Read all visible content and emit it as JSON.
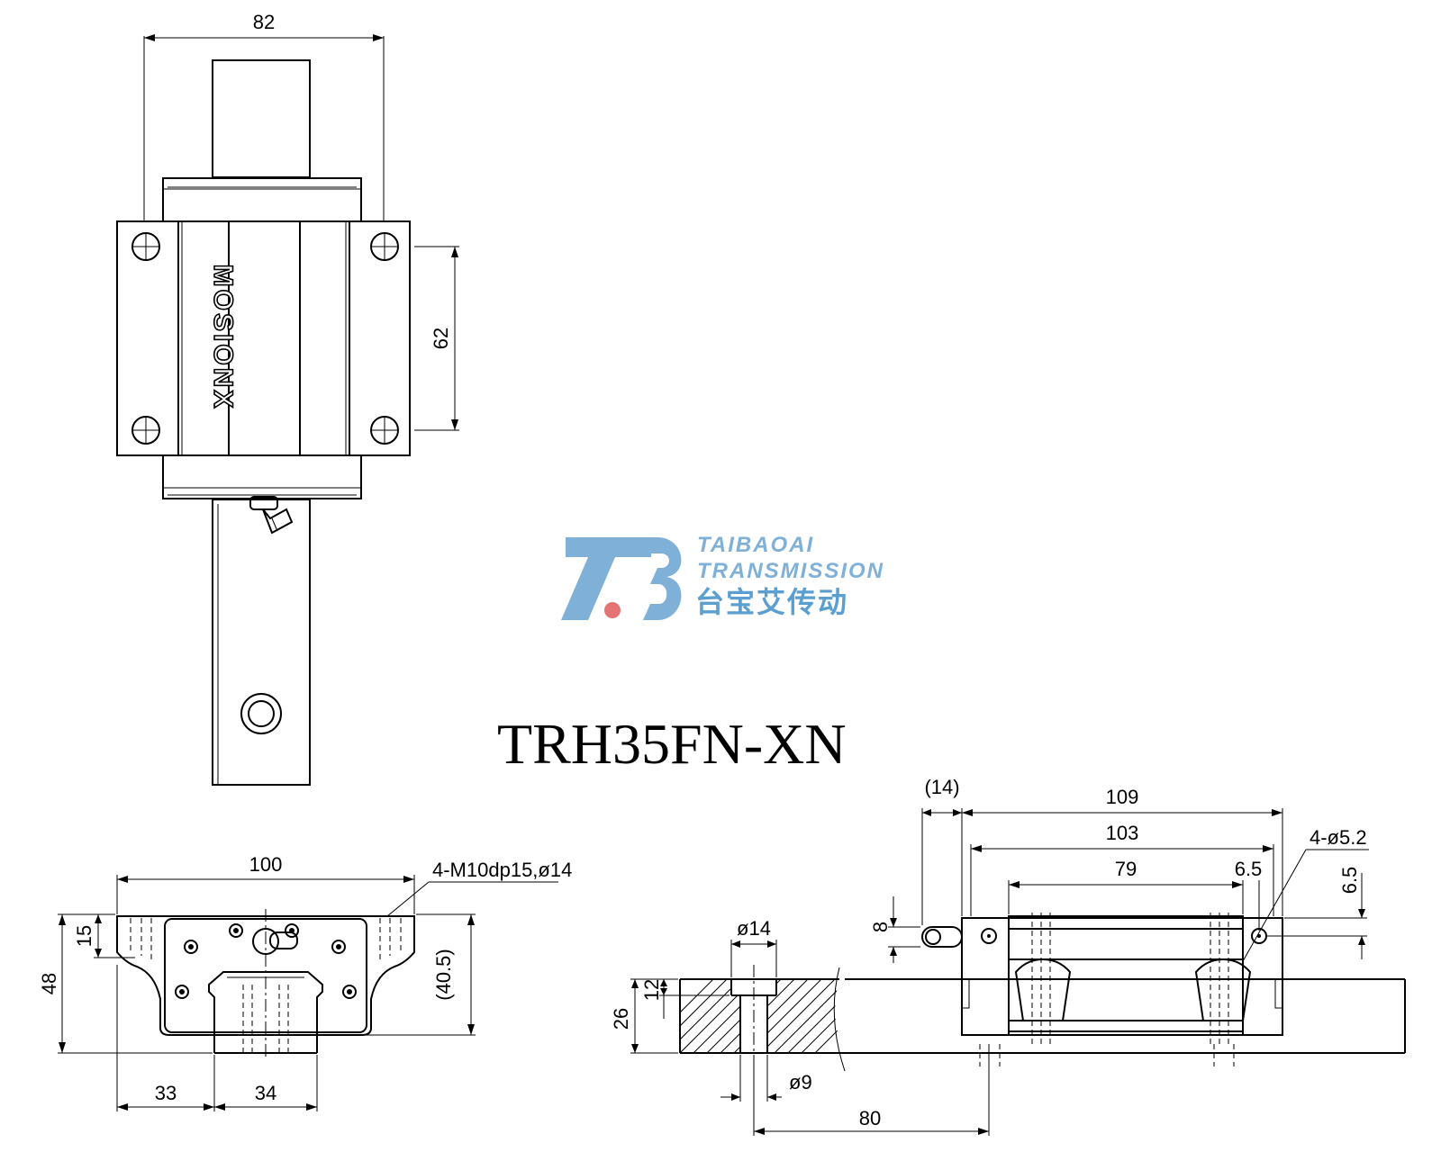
{
  "title": "TRH35FN-XN",
  "watermark": {
    "logo_letters": "TB",
    "line1": "TAIBAOAI",
    "line2": "TRANSMISSION",
    "line3": "台宝艾传动",
    "color": "#7fb0d8",
    "dot_color": "#e57373"
  },
  "top_view": {
    "brand_text": "MOSIONX",
    "dim_width": "82",
    "dim_hole_pitch": "62"
  },
  "front_view": {
    "dim_width": "100",
    "dim_height": "48",
    "dim_top": "15",
    "dim_block_height": "(40.5)",
    "dim_left": "33",
    "dim_rail": "34",
    "note_holes": "4-M10dp15,ø14"
  },
  "side_view": {
    "dim_nipple": "(14)",
    "dim_length_total": "109",
    "dim_length_body": "103",
    "dim_hole_pitch": "79",
    "dim_edge": "6.5",
    "dim_vertical_edge": "6.5",
    "note_holes": "4-ø5.2",
    "dim_nipple_height": "8",
    "dim_counterbore": "ø14",
    "dim_hole": "ø9",
    "dim_rail_height": "26",
    "dim_counterbore_depth": "12",
    "dim_hole_spacing": "80"
  }
}
